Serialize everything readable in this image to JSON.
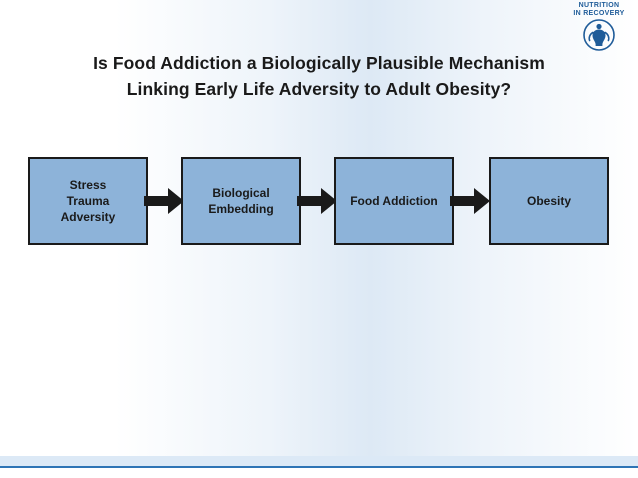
{
  "slide": {
    "title_line1": "Is Food Addiction a Biologically Plausible Mechanism",
    "title_line2": "Linking Early Life Adversity to Adult Obesity?",
    "logo": {
      "line1": "NUTRITION",
      "line2": "IN RECOVERY",
      "mark_name": "nutrition-in-recovery-figure-icon",
      "color": "#1f5c99"
    },
    "colors": {
      "node_fill": "#8db3d9",
      "node_border": "#1a1a1a",
      "arrow_fill": "#1a1a1a",
      "accent_bar": "#2e74b5",
      "background_tint": "#dde9f5"
    }
  },
  "diagram": {
    "type": "flowchart",
    "nodes": [
      {
        "id": "node-1",
        "label": "Stress\nTrauma\nAdversity",
        "lines": [
          "Stress",
          "Trauma",
          "Adversity"
        ]
      },
      {
        "id": "node-2",
        "label": "Biological Embedding",
        "lines": [
          "Biological",
          "Embedding"
        ]
      },
      {
        "id": "node-3",
        "label": "Food Addiction",
        "lines": [
          "Food Addiction"
        ]
      },
      {
        "id": "node-4",
        "label": "Obesity",
        "lines": [
          "Obesity"
        ]
      }
    ],
    "arrows": [
      {
        "id": "arrow-1",
        "from": "node-1",
        "to": "node-2",
        "direction": "right"
      },
      {
        "id": "arrow-2",
        "from": "node-2",
        "to": "node-3",
        "direction": "right"
      },
      {
        "id": "arrow-3",
        "from": "node-3",
        "to": "node-4",
        "direction": "right"
      }
    ]
  }
}
